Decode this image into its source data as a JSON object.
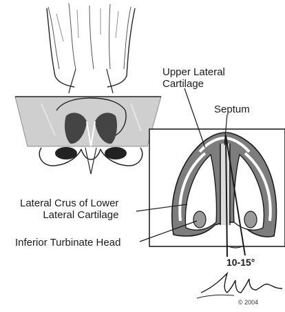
{
  "labels": {
    "upper_lateral_cartilage": "Upper Lateral\nCartilage",
    "septum": "Septum",
    "lateral_crus": "Lateral Crus of Lower\nLateral Cartilage",
    "inferior_turbinate": "Inferior Turbinate Head",
    "angle": "10-15°"
  },
  "signature": {
    "copyright": "© 2004"
  },
  "colors": {
    "plane": "#a9a9a9",
    "mucosa": "#7d7d7d",
    "ink": "#1a1a1a",
    "cartilage": "#ffffff"
  }
}
